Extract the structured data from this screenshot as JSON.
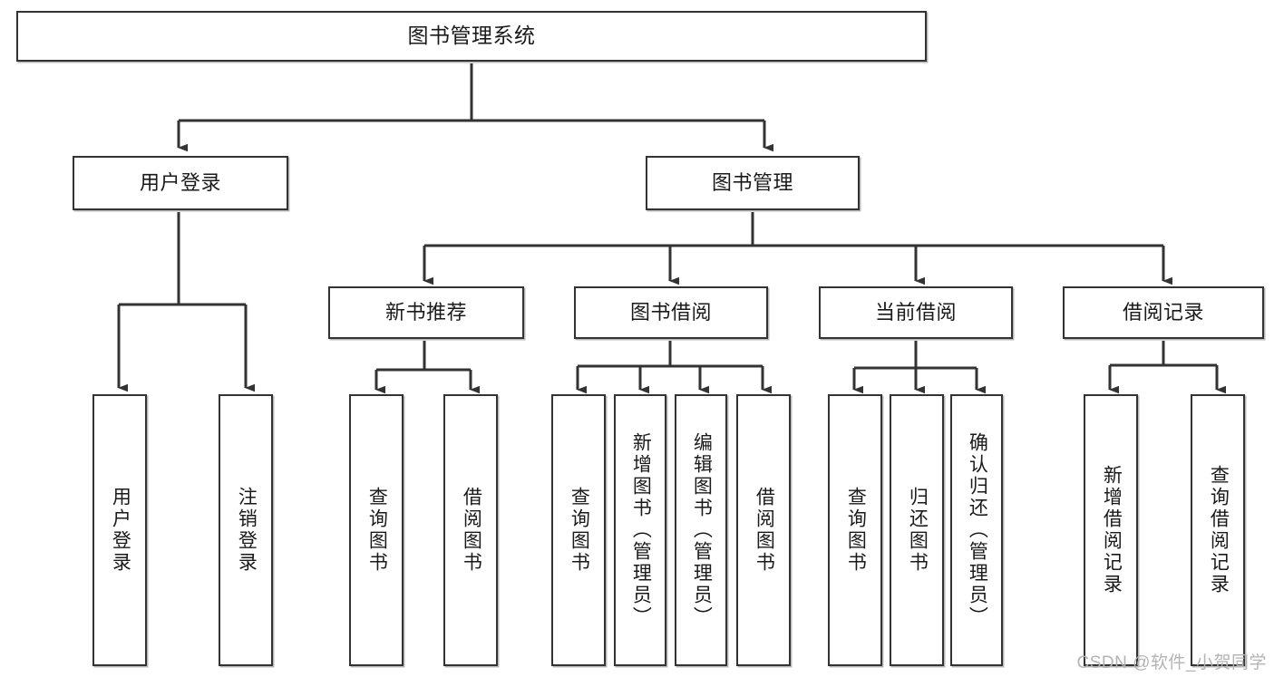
{
  "diagram": {
    "title": "图书管理系统",
    "type": "tree-hierarchy-diagram",
    "colors": {
      "box_border": "#333333",
      "box_fill": "#ffffff",
      "connector": "#333333",
      "text": "#1a1a1a",
      "watermark": "#b3b3b3",
      "background": "#ffffff"
    },
    "root": {
      "label": "图书管理系统"
    },
    "level2": [
      {
        "label": "用户登录"
      },
      {
        "label": "图书管理"
      }
    ],
    "level3": [
      {
        "label": "新书推荐"
      },
      {
        "label": "图书借阅"
      },
      {
        "label": "当前借阅"
      },
      {
        "label": "借阅记录"
      }
    ],
    "leaves": {
      "user_login": [
        {
          "label": "用户登录"
        },
        {
          "label": "注销登录"
        }
      ],
      "new_book_recommend": [
        {
          "label": "查询图书"
        },
        {
          "label": "借阅图书"
        }
      ],
      "book_borrow": [
        {
          "label": "查询图书"
        },
        {
          "label": "新增图书（管理员）"
        },
        {
          "label": "编辑图书（管理员）"
        },
        {
          "label": "借阅图书"
        }
      ],
      "current_borrow": [
        {
          "label": "查询图书"
        },
        {
          "label": "归还图书"
        },
        {
          "label": "确认归还（管理员）"
        }
      ],
      "borrow_record": [
        {
          "label": "新增借阅记录"
        },
        {
          "label": "查询借阅记录"
        }
      ]
    }
  },
  "watermark": {
    "text": "CSDN @软件_小贺同学"
  }
}
